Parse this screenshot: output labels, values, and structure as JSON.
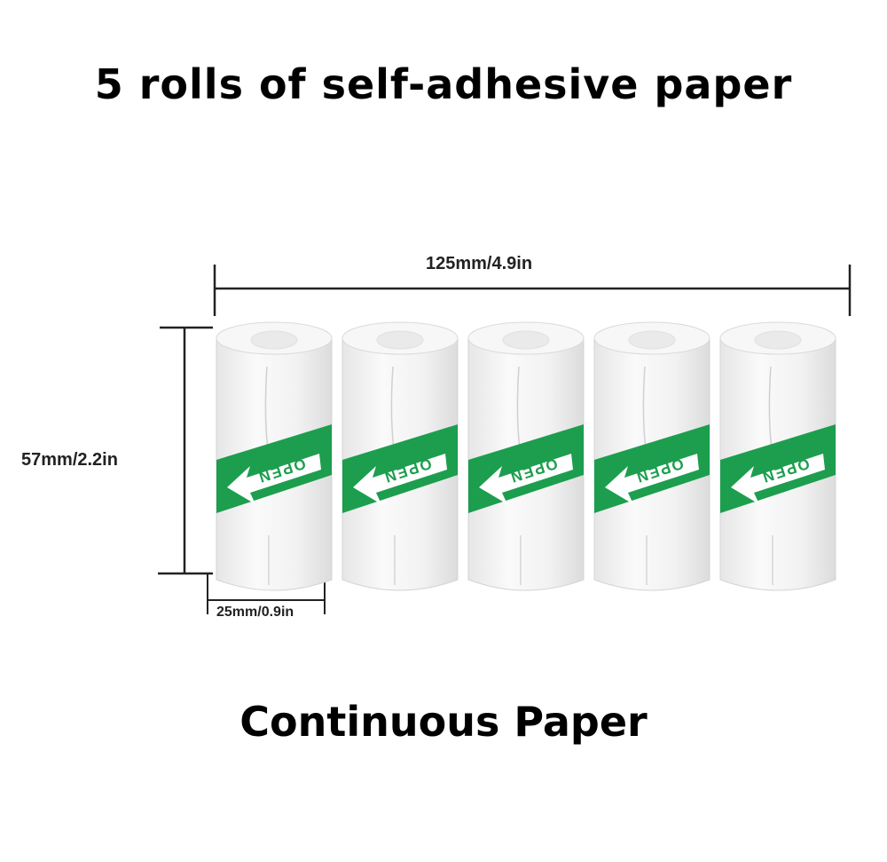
{
  "headline": "5 rolls of self-adhesive paper",
  "dimensions": {
    "width": "125mm/4.9in",
    "height": "57mm/2.2in",
    "core_width": "25mm/0.9in"
  },
  "roll_label": "OPEN",
  "roll_count": 5,
  "footline": "Continuous Paper",
  "colors": {
    "label_green": "#1c9e4e",
    "roll_white": "#f4f4f4",
    "text": "#000000"
  }
}
